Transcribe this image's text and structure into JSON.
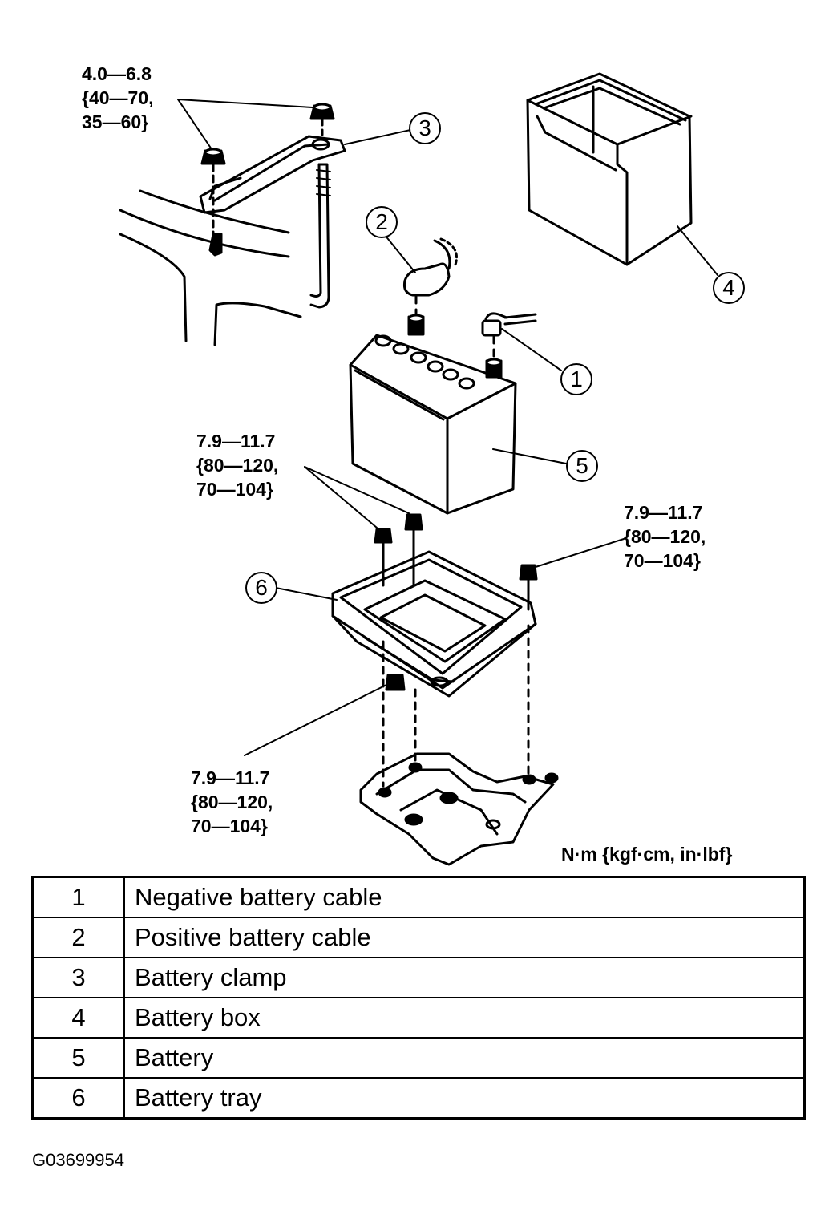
{
  "torque_specs": [
    {
      "lines": [
        "4.0—6.8",
        "{40—70,",
        "35—60}"
      ]
    },
    {
      "lines": [
        "7.9—11.7",
        "{80—120,",
        "70—104}"
      ]
    },
    {
      "lines": [
        "7.9—11.7",
        "{80—120,",
        "70—104}"
      ]
    },
    {
      "lines": [
        "7.9—11.7",
        "{80—120,",
        "70—104}"
      ]
    }
  ],
  "callouts": [
    "1",
    "2",
    "3",
    "4",
    "5",
    "6"
  ],
  "units": "N·m {kgf·cm, in·lbf}",
  "legend": [
    {
      "num": "1",
      "label": "Negative battery cable"
    },
    {
      "num": "2",
      "label": "Positive battery cable"
    },
    {
      "num": "3",
      "label": "Battery clamp"
    },
    {
      "num": "4",
      "label": "Battery box"
    },
    {
      "num": "5",
      "label": "Battery"
    },
    {
      "num": "6",
      "label": "Battery tray"
    }
  ],
  "figure_id": "G03699954"
}
